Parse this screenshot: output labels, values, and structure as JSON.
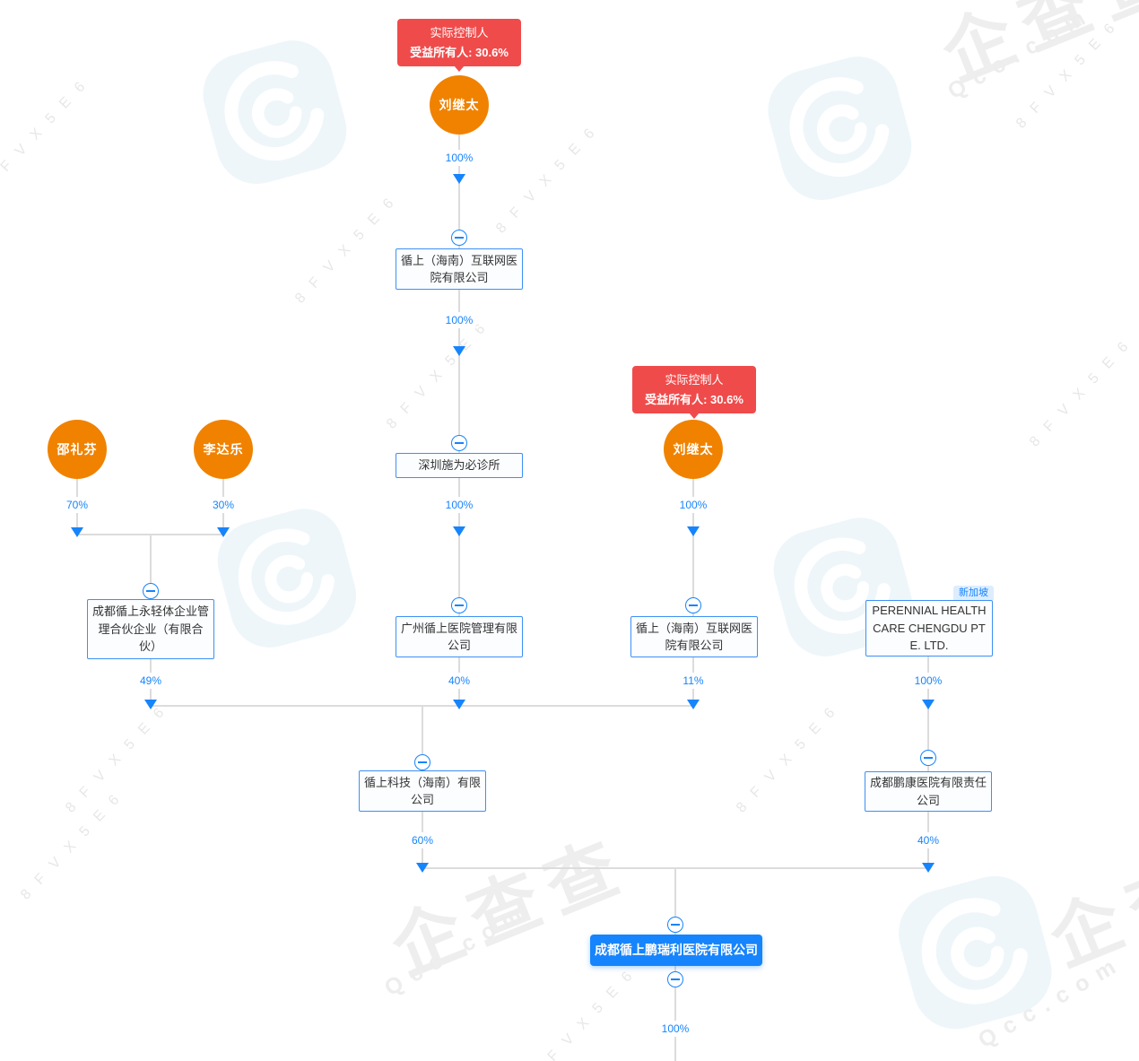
{
  "colors": {
    "accent_blue": "#1684fc",
    "node_border_blue": "#3d90f5",
    "orange": "#f08200",
    "badge_red": "#f04b4b",
    "line_gray": "#dcdcdc",
    "target_bg": "#1684fc"
  },
  "badges": {
    "top": {
      "line1": "实际控制人",
      "line2": "受益所有人: 30.6%"
    },
    "right": {
      "line1": "实际控制人",
      "line2": "受益所有人: 30.6%"
    }
  },
  "persons": {
    "liu_top": {
      "name": "刘继太"
    },
    "shao": {
      "name": "邵礼芬"
    },
    "li": {
      "name": "李达乐"
    },
    "liu_right": {
      "name": "刘继太"
    }
  },
  "companies": {
    "xunshang_hainan_top": {
      "name": "循上（海南）互联网医院有限公司"
    },
    "shenzhen_shiweibi": {
      "name": "深圳施为必诊所"
    },
    "chengdu_yongqingti": {
      "name": "成都循上永轻体企业管理合伙企业（有限合伙）"
    },
    "guangzhou_xunshang": {
      "name": "广州循上医院管理有限公司"
    },
    "xunshang_hainan_right": {
      "name": "循上（海南）互联网医院有限公司"
    },
    "perennial": {
      "name": "PERENNIAL HEALTHCARE CHENGDU PTE. LTD.",
      "region_tag": "新加坡"
    },
    "xunshang_tech": {
      "name": "循上科技（海南）有限公司"
    },
    "chengdu_pengkang": {
      "name": "成都鹏康医院有限责任公司"
    },
    "target": {
      "name": "成都循上鹏瑞利医院有限公司"
    }
  },
  "edges": [
    {
      "from": "刘继太",
      "to": "循上（海南）互联网医院有限公司",
      "percent": "100%"
    },
    {
      "from": "循上（海南）互联网医院有限公司",
      "to": "深圳施为必诊所",
      "percent": "100%"
    },
    {
      "from": "深圳施为必诊所",
      "to": "广州循上医院管理有限公司",
      "percent": "100%"
    },
    {
      "from": "邵礼芬",
      "to": "成都循上永轻体企业管理合伙企业（有限合伙）",
      "percent": "70%"
    },
    {
      "from": "李达乐",
      "to": "成都循上永轻体企业管理合伙企业（有限合伙）",
      "percent": "30%"
    },
    {
      "from": "刘继太",
      "to": "循上（海南）互联网医院有限公司",
      "percent": "100%"
    },
    {
      "from": "成都循上永轻体企业管理合伙企业（有限合伙）",
      "to": "循上科技（海南）有限公司",
      "percent": "49%"
    },
    {
      "from": "广州循上医院管理有限公司",
      "to": "循上科技（海南）有限公司",
      "percent": "40%"
    },
    {
      "from": "循上（海南）互联网医院有限公司",
      "to": "循上科技（海南）有限公司",
      "percent": "11%"
    },
    {
      "from": "PERENNIAL HEALTHCARE CHENGDU PTE. LTD.",
      "to": "成都鹏康医院有限责任公司",
      "percent": "100%"
    },
    {
      "from": "循上科技（海南）有限公司",
      "to": "成都循上鹏瑞利医院有限公司",
      "percent": "60%"
    },
    {
      "from": "成都鹏康医院有限责任公司",
      "to": "成都循上鹏瑞利医院有限公司",
      "percent": "40%"
    },
    {
      "from": "成都循上鹏瑞利医院有限公司",
      "percent": "100%"
    }
  ],
  "watermark": {
    "brand": "企查查",
    "domain": "Qcc.com",
    "code": "8FVX5E6"
  }
}
